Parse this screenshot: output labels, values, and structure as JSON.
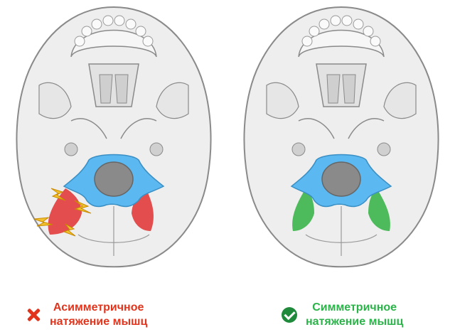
{
  "panels": [
    {
      "status": "wrong",
      "status_icon": "cross-icon",
      "caption_line1": "Асимметричное",
      "caption_line2": "натяжение мышц",
      "caption_color": "#e0341c",
      "muscle_color": "#e23b3b",
      "lightning": true
    },
    {
      "status": "correct",
      "status_icon": "check-icon",
      "caption_line1": "Симметричное",
      "caption_line2": "натяжение мышц",
      "caption_color": "#2bb34a",
      "muscle_color": "#3bb54a",
      "lightning": false
    }
  ],
  "colors": {
    "vertebra": "#5bb8f0",
    "bone": "#eeeeee",
    "bone_line": "#8a8a8a",
    "lightning": "#f2c12e"
  }
}
